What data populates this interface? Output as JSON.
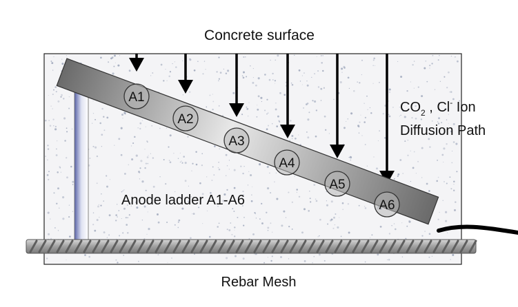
{
  "labels": {
    "top": "Concrete surface",
    "bottom": "Rebar Mesh",
    "ladder": "Anode ladder A1-A6",
    "diffusion_line1_a": "CO",
    "diffusion_line1_sub": "2",
    "diffusion_line1_b": " , Cl",
    "diffusion_line1_sup": "-",
    "diffusion_line1_c": " Ion",
    "diffusion_line2": "Diffusion Path"
  },
  "anodes": [
    "A1",
    "A2",
    "A3",
    "A4",
    "A5",
    "A6"
  ],
  "colors": {
    "concrete_bg": "#f4f4f6",
    "speckle": "#9aa3b8",
    "ladder_dark": "#6d6d6d",
    "ladder_light": "#e6e6e6",
    "arrow": "#000000",
    "rebar": "#a8a8a8",
    "post": "#8a93c4"
  }
}
